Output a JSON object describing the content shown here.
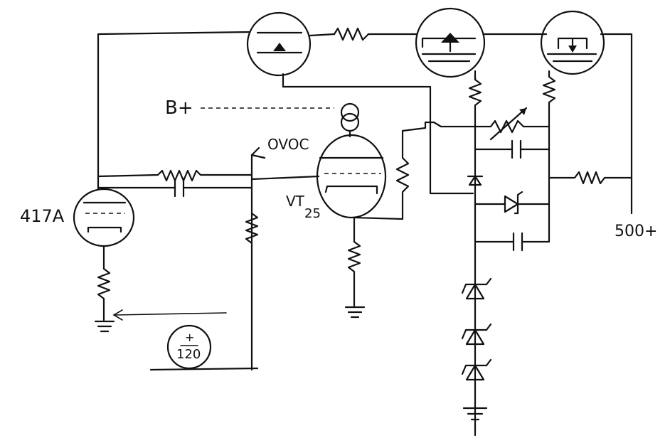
{
  "labels": {
    "tube_left": "417A",
    "tube_mid_a": "VT",
    "tube_mid_b": "25",
    "bplus": "B+",
    "ovoc": "OVOC",
    "supply_500": "500+",
    "battery_plus": "+",
    "battery_value": "120"
  }
}
